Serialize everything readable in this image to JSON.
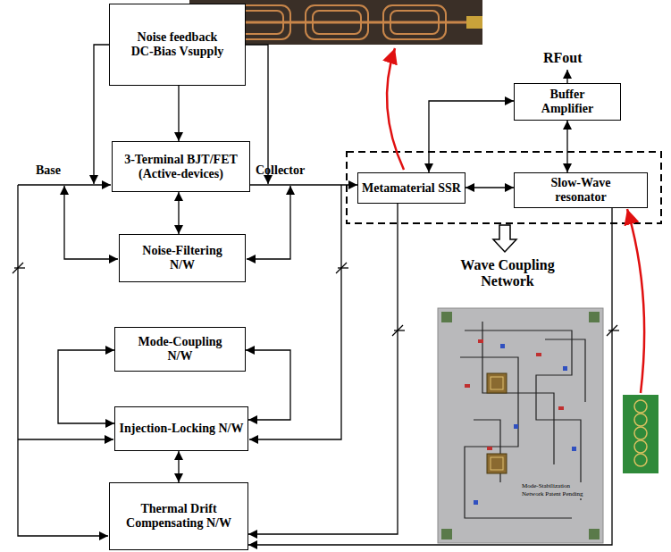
{
  "diagram": {
    "nodes": [
      {
        "text": [
          "Noise feedback DC-Bias Vsupply"
        ]
      },
      {
        "text": [
          "3-Terminal BJT/FET (Active-devices)"
        ]
      },
      {
        "text": [
          "Metamaterial SSR"
        ]
      },
      {
        "text": [
          "Buffer Amplifier"
        ]
      },
      {
        "text": [
          "Slow-Wave resonator"
        ]
      },
      {
        "text": [
          "Noise-Filtering N/W"
        ]
      },
      {
        "text": [
          "Mode-Coupling N/W"
        ]
      },
      {
        "text": [
          "Injection-Locking N/W"
        ]
      },
      {
        "text": [
          "Thermal Drift Compensating N/W"
        ]
      }
    ],
    "edges": [
      {
        "from": 0,
        "to": 1,
        "arrow": "to"
      },
      {
        "from": 1,
        "to": 5,
        "arrow": "both"
      },
      {
        "from": 1,
        "to": 2,
        "arrow": "to"
      },
      {
        "from": 2,
        "to": 4,
        "arrow": "both"
      },
      {
        "from": 2,
        "to": 3,
        "arrow": "both"
      },
      {
        "from": 4,
        "to": 3,
        "arrow": "both"
      },
      {
        "from": 6,
        "to": 7,
        "arrow": "both"
      },
      {
        "from": 6,
        "to": 7,
        "arrow": "both"
      },
      {
        "from": 7,
        "to": 8,
        "arrow": "both"
      },
      {
        "from": 2,
        "to": 8,
        "arrow": "to"
      },
      {
        "from": 4,
        "to": 8,
        "arrow": "to"
      }
    ],
    "labels": [
      "Base",
      "Collector",
      "RFout",
      "Wave Coupling Network",
      "Mode-Stabilization Network Patent Pending"
    ]
  }
}
